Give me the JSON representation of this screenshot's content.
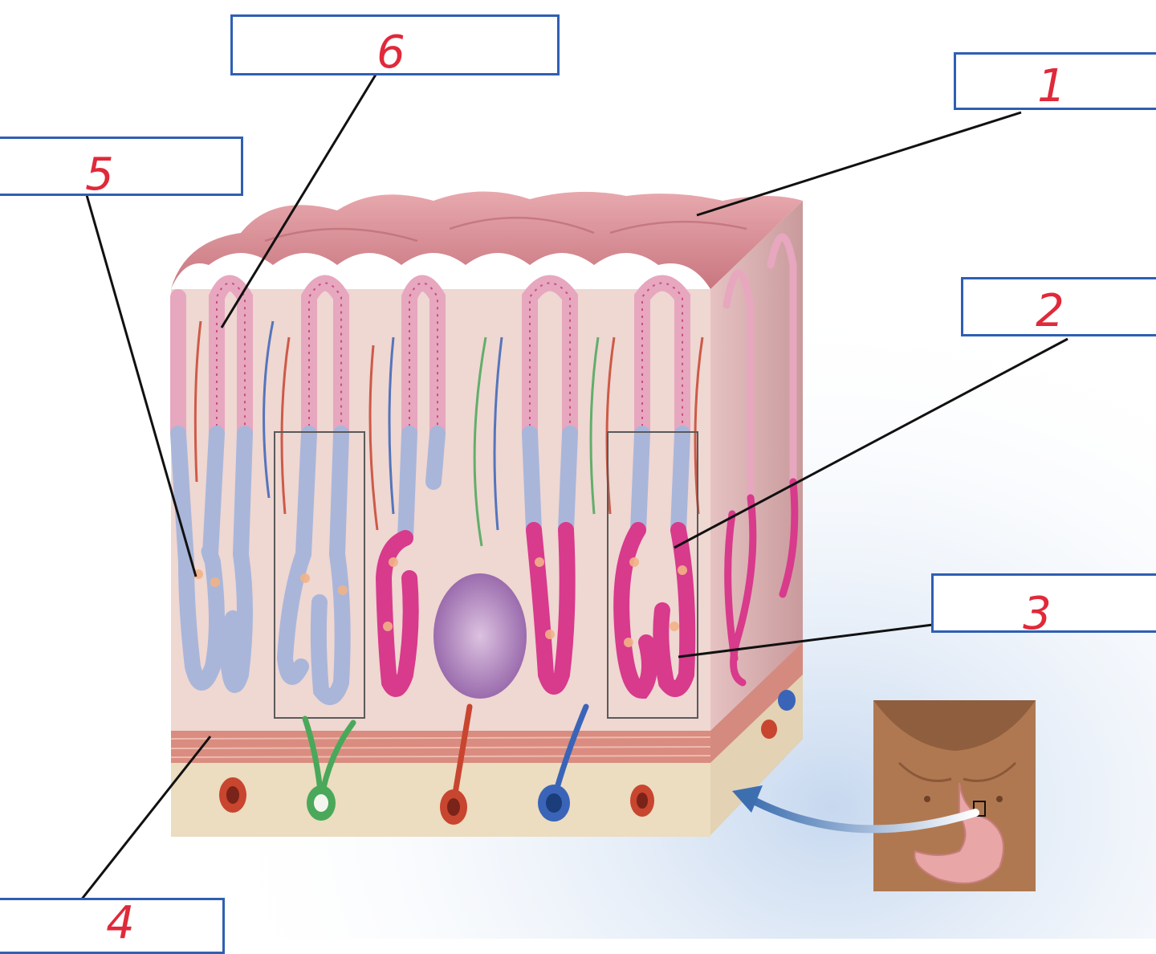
{
  "labels": [
    {
      "id": "1",
      "text": "1"
    },
    {
      "id": "2",
      "text": "2"
    },
    {
      "id": "3",
      "text": "3"
    },
    {
      "id": "4",
      "text": "4"
    },
    {
      "id": "5",
      "text": "5"
    },
    {
      "id": "6",
      "text": "6"
    }
  ],
  "colors": {
    "box_border": "#2f5fb3",
    "label_text": "#e0293a",
    "leader_line": "#111111",
    "mucosa_surface": "#d98a94",
    "epithelium_pink": "#e7a7bf",
    "epithelium_blue": "#a9b6da",
    "gland_magenta": "#d83a8c",
    "lamina_propria": "#efd7d2",
    "muscularis": "#d98c7f",
    "submucosa": "#ecdcc0",
    "artery": "#c8452f",
    "vein": "#3a64b8",
    "lymph": "#4aa85a",
    "lymph_nodule": "#a77bb6",
    "skin": "#b07850",
    "stomach": "#e8a6a6"
  },
  "icons": {
    "inset": "torso-stomach-inset",
    "arrow": "curved-arrow-icon"
  }
}
